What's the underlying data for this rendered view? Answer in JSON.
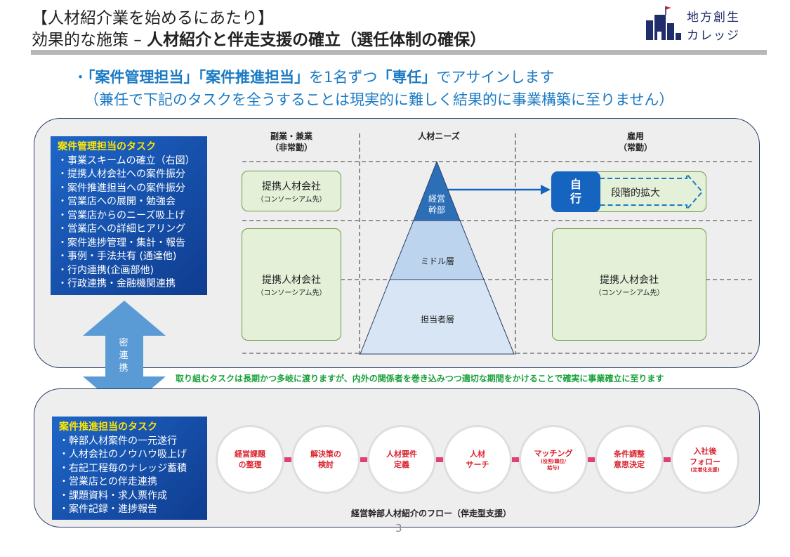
{
  "header": {
    "line1": "【人材紹介業を始めるにあたり】",
    "line2_plain": "効果的な施策 – ",
    "line2_bold": "人材紹介と伴走支援の確立（選任体制の確保）",
    "logo_line1": "地方創生",
    "logo_line2": "カレッジ"
  },
  "headline": {
    "bullet": "・",
    "b1": "「案件管理担当」「案件推進担当」",
    "t1": "を1名ずつ",
    "b2": "「専任」",
    "t2": "でアサインします",
    "line2": "（兼任で下記のタスクを全うすることは現実的に難しく結果的に事業構築に至りません）"
  },
  "management_tasks": {
    "title": "案件管理担当のタスク",
    "items": [
      "・事業スキームの確立（右図）",
      "・提携人材会社への案件振分",
      "・案件推進担当への案件振分",
      "・営業店への展開・勉強会",
      "・営業店からのニーズ吸上げ",
      "・営業店への詳細ヒアリング",
      "・案件進捗管理・集計・報告",
      "・事例・手法共有 (通達他)",
      "・行内連携(企画部他)",
      "・行政連携・金融機関連携"
    ]
  },
  "coordination_arrow": "密連携",
  "diagram": {
    "col_left": [
      "副業・兼業",
      "（非常勤）"
    ],
    "col_center": "人材ニーズ",
    "col_right": [
      "雇用",
      "（常勤）"
    ],
    "partner_main": "提携人材会社",
    "partner_sub": "（コンソーシアム先）",
    "pyramid": [
      "経営\n幹部",
      "ミドル層",
      "担当者層"
    ],
    "self_label": [
      "自",
      "行"
    ],
    "expansion": "段階的拡大"
  },
  "note": "取り組むタスクは長期かつ多岐に渡りますが、内外の関係者を巻き込みつつ適切な期間をかけることで確実に事業確立に至ります",
  "promotion_tasks": {
    "title": "案件推進担当のタスク",
    "items": [
      "・幹部人材案件の一元遂行",
      "・人材会社のノウハウ吸上げ",
      "・右記工程毎のナレッジ蓄積",
      "・営業店との伴走連携",
      "・課題資料・求人票作成",
      "・案件記録・進捗報告"
    ]
  },
  "flow": {
    "steps": [
      {
        "a": "経営課題",
        "b": "の整理",
        "small": ""
      },
      {
        "a": "解決策の",
        "b": "検討",
        "small": ""
      },
      {
        "a": "人材要件",
        "b": "定義",
        "small": ""
      },
      {
        "a": "人材",
        "b": "サーチ",
        "small": ""
      },
      {
        "a": "マッチング",
        "b": "",
        "small": "(役割/職位/\n給与)"
      },
      {
        "a": "条件調整",
        "b": "意思決定",
        "small": ""
      },
      {
        "a": "入社後",
        "b": "フォロー",
        "small": "(定着化支援)"
      }
    ],
    "title": "経営幹部人材紹介のフロー（伴走型支援）"
  },
  "page_number": "3",
  "colors": {
    "accent_blue": "#1b7ac4",
    "task_blue": "#1e66c8",
    "title_yellow": "#ffe600",
    "note_green": "#18a13a",
    "step_red": "#d9232e",
    "connector_pink": "#e0407a",
    "self_blue": "#1565c0"
  }
}
